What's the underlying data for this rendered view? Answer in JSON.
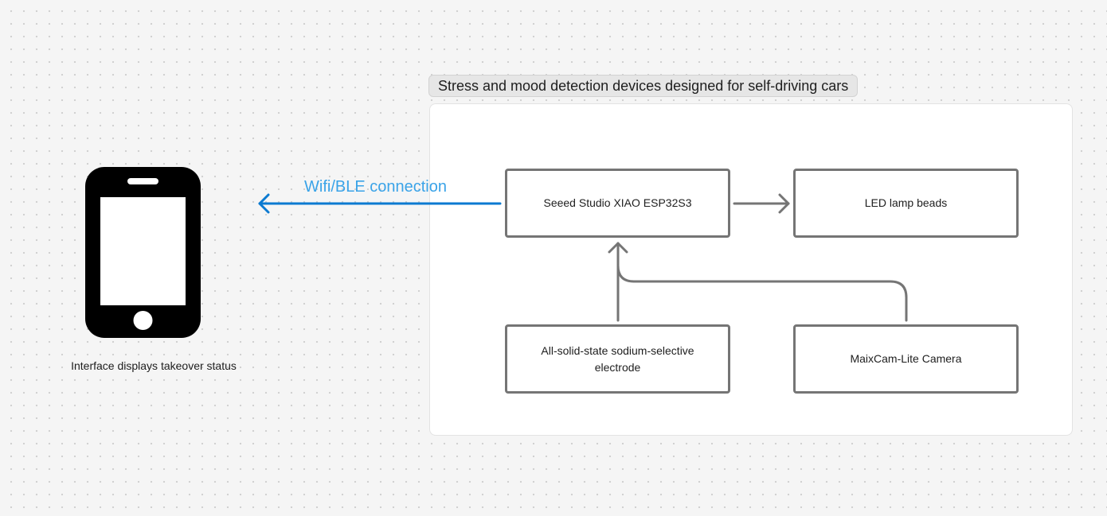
{
  "group": {
    "title": "Stress and mood detection devices designed for self-driving cars"
  },
  "nodes": {
    "esp": "Seeed Studio XIAO ESP32S3",
    "led": "LED lamp beads",
    "electrode": "All-solid-state sodium-selective electrode",
    "camera": "MaixCam-Lite Camera"
  },
  "connection": {
    "label": "Wifi/BLE connection"
  },
  "phone": {
    "icon": "smartphone-icon",
    "caption": "Interface displays takeover status"
  },
  "colors": {
    "connector": "#757575",
    "wireless_arrow": "#0b7ad1",
    "wireless_label": "#3aa3e8",
    "phone_fill": "#000000"
  }
}
